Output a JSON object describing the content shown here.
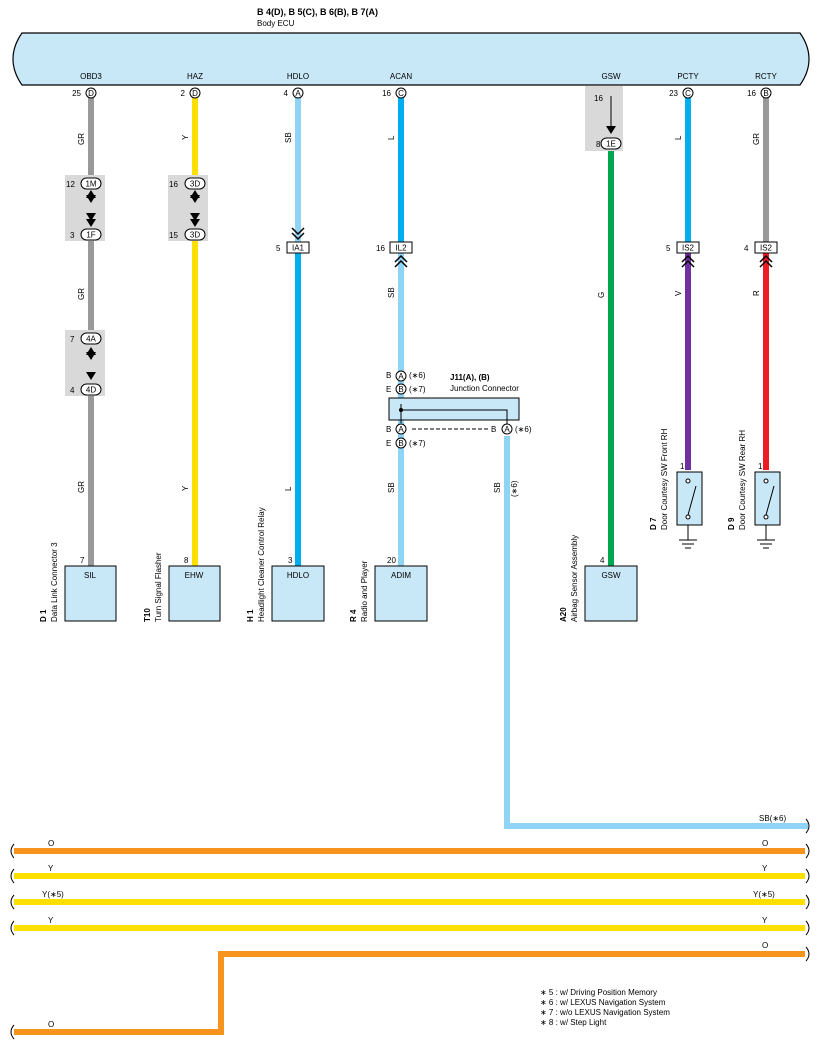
{
  "header": {
    "connectors": "B 4(D), B 5(C), B 6(B), B 7(A)",
    "ecu_name": "Body ECU"
  },
  "ecu_pins": [
    {
      "signal": "OBD3",
      "pin": "25",
      "conn": "D"
    },
    {
      "signal": "HAZ",
      "pin": "2",
      "conn": "D"
    },
    {
      "signal": "HDLO",
      "pin": "4",
      "conn": "A"
    },
    {
      "signal": "ACAN",
      "pin": "16",
      "conn": "C"
    },
    {
      "signal": "GSW",
      "pin": "16",
      "conn": ""
    },
    {
      "signal": "PCTY",
      "pin": "23",
      "conn": "C"
    },
    {
      "signal": "RCTY",
      "pin": "16",
      "conn": "B"
    }
  ],
  "colors": {
    "ecu_fill": "#c9e8f7",
    "GR": "#999999",
    "Y": "#fde000",
    "SB": "#8fd3f5",
    "L": "#00aeef",
    "G": "#00a651",
    "V": "#7030a0",
    "R": "#ed1c24",
    "O": "#f7941d",
    "connector_shade": "#d9d9d9",
    "component_fill": "#c9e8f7"
  },
  "wires": {
    "obd_top": "GR",
    "obd_mid": "GR",
    "obd_bot": "GR",
    "haz_top": "Y",
    "haz_bot": "Y",
    "hdlo_top": "SB",
    "hdlo_bot": "L",
    "acan_top": "L",
    "acan_mid": "SB",
    "acan_bot": "SB",
    "acan_branch": "SB",
    "acan_branch_note": "(∗6)",
    "gsw": "G",
    "pcty_top": "L",
    "pcty_bot": "V",
    "rcty_top": "GR",
    "rcty_bot": "R"
  },
  "inline_connectors": [
    {
      "pin": "12",
      "id": "1M"
    },
    {
      "pin": "3",
      "id": "1F"
    },
    {
      "pin": "7",
      "id": "4A"
    },
    {
      "pin": "4",
      "id": "4D"
    },
    {
      "pin": "16",
      "id": "3D"
    },
    {
      "pin": "15",
      "id": "3D"
    },
    {
      "pin": "5",
      "id": "IA1"
    },
    {
      "pin": "16",
      "id": "IL2"
    },
    {
      "pin": "8",
      "id": "1E"
    },
    {
      "pin": "5",
      "id": "IS2"
    },
    {
      "pin": "4",
      "id": "IS2"
    }
  ],
  "junction": {
    "title": "J11(A), (B)",
    "name": "Junction Connector",
    "top_a_pin": "B",
    "top_a_conn": "A",
    "top_a_note": "(∗6)",
    "top_b_pin": "E",
    "top_b_conn": "B",
    "top_b_note": "(∗7)",
    "bot_a_pin": "B",
    "bot_a_conn": "A",
    "bot_b_pin": "E",
    "bot_b_conn": "B",
    "bot_b_note": "(∗7)",
    "right_pin": "B",
    "right_conn": "A",
    "right_note": "(∗6)"
  },
  "components": [
    {
      "id": "D 1",
      "name": "Data Link Connector 3",
      "pin": "7",
      "label": "SIL"
    },
    {
      "id": "T10",
      "name": "Turn Signal Flasher",
      "pin": "8",
      "label": "EHW"
    },
    {
      "id": "H 1",
      "name": "Headlight Cleaner Control Relay",
      "pin": "3",
      "label": "HDLO"
    },
    {
      "id": "R 4",
      "name": "Radio and Player",
      "pin": "20",
      "label": "ADIM"
    },
    {
      "id": "A20",
      "name": "Airbag Sensor Assembly",
      "pin": "4",
      "label": "GSW"
    },
    {
      "id": "D 7",
      "name": "Door Courtesy SW Front RH",
      "pin": "1",
      "label": ""
    },
    {
      "id": "D 9",
      "name": "Door Courtesy SW Rear RH",
      "pin": "1",
      "label": ""
    }
  ],
  "buses": [
    {
      "left": "",
      "right": "SB(∗6)"
    },
    {
      "left": "O",
      "right": "O"
    },
    {
      "left": "Y",
      "right": "Y"
    },
    {
      "left": "Y(∗5)",
      "right": "Y(∗5)"
    },
    {
      "left": "Y",
      "right": "Y"
    },
    {
      "left": "O",
      "right": "O"
    }
  ],
  "notes": [
    "∗ 5 : w/ Driving Position Memory",
    "∗ 6 : w/ LEXUS Navigation System",
    "∗ 7 : w/o LEXUS Navigation System",
    "∗ 8 : w/ Step Light"
  ]
}
